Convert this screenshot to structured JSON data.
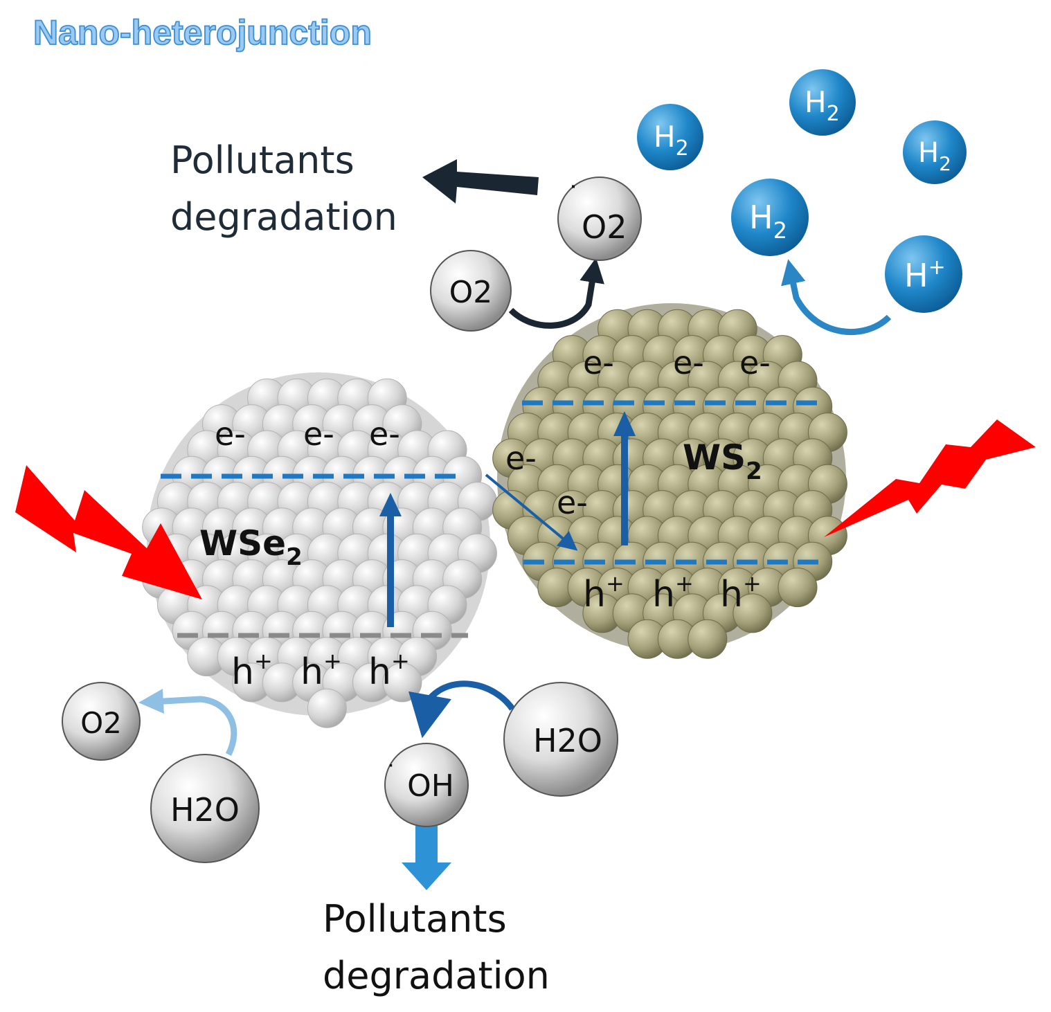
{
  "title": "Nano-heterojunction",
  "labels": {
    "pollutants_top_line1": "Pollutants",
    "pollutants_top_line2": "degradation",
    "pollutants_bottom_line1": "Pollutants",
    "pollutants_bottom_line2": "degradation",
    "wse2_prefix": "WSe",
    "wse2_sub": "2",
    "ws2_prefix": "WS",
    "ws2_sub": "2"
  },
  "molecules": {
    "superoxide": "O2",
    "superoxide_dot": "˙",
    "o2_upper": "O2",
    "o2_lower": "O2",
    "h2o_left": "H2O",
    "h2o_right": "H2O",
    "hydroxyl": "OH",
    "hydroxyl_dot": "˙",
    "h2_prefix": "H",
    "h2_sub": "2",
    "hplus_base": "H",
    "hplus_sup": "+"
  },
  "carriers": {
    "electron": "e-",
    "hole_base": "h",
    "hole_sup": "+"
  },
  "colors": {
    "title": "#3a8fd6",
    "band_line": "#1f78c1",
    "transfer_arrow": "#1a5fa6",
    "dark_arrow": "#1a2733",
    "lightning": "#ff0000",
    "h2_sphere": "#1f87c9",
    "ws2_sphere": "#a6a27a",
    "wse2_sphere": "#d8d8d8"
  }
}
